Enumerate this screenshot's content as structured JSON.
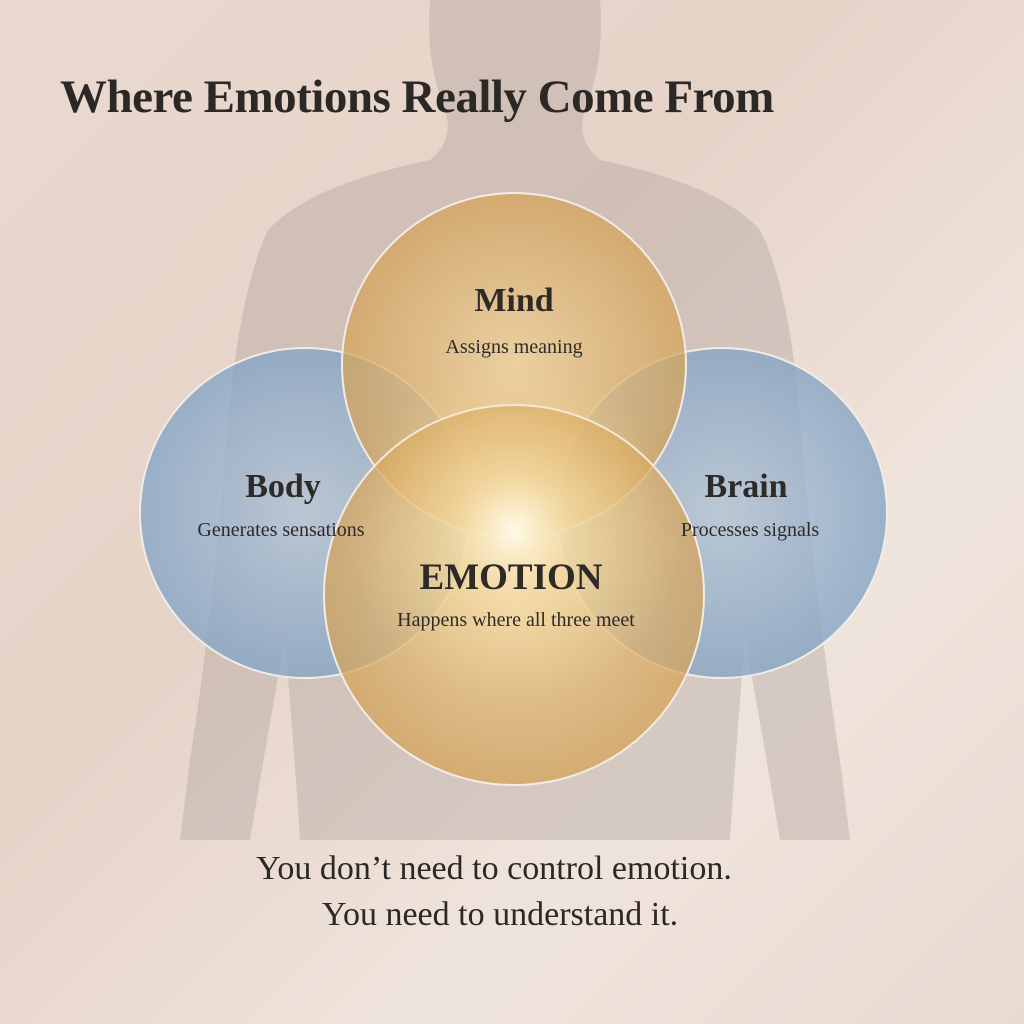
{
  "title": "Where Emotions Really Come From",
  "circles": {
    "mind": {
      "label": "Mind",
      "caption": "Assigns meaning"
    },
    "body": {
      "label": "Body",
      "caption": "Generates sensations"
    },
    "brain": {
      "label": "Brain",
      "caption": "Processes signals"
    },
    "emotion": {
      "label": "EMOTION",
      "caption": "Happens where all three meet"
    }
  },
  "closing": {
    "line1": "You don’t need to control emotion.",
    "line2": "You need to understand it."
  },
  "colors": {
    "gold": "#d9a85c",
    "blue": "#8faccc",
    "silhouette": "#a79c96"
  }
}
